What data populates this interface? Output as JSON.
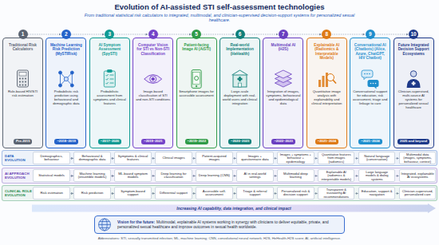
{
  "diagram": {
    "title": "Evolution of AI-assisted STI self-assessment technologies",
    "nodes": [
      {
        "text": [
          "1"
        ]
      },
      {
        "text": [
          "Traditional Risk Calculators",
          "Rule-based HIV/STI risk estimation"
        ]
      },
      {
        "text": [
          "Pre-2015"
        ],
        "in": 1
      },
      {
        "text": [
          "2"
        ]
      },
      {
        "text": [
          "Machine Learning Risk Prediction (MySTIRisk)",
          "Probabilistic risk prediction using behavioural and demographic data"
        ]
      },
      {
        "text": [
          "~2018–2019"
        ],
        "in": 4
      },
      {
        "text": [
          "3"
        ]
      },
      {
        "text": [
          "AI Symptom Assessment (SpySTI)",
          "Probabilistic assessment from symptoms and clinical features"
        ]
      },
      {
        "text": [
          "~2017–2020"
        ],
        "in": 7
      },
      {
        "text": [
          "4"
        ]
      },
      {
        "text": [
          "Computer Vision for STI vs Non-STI Classification",
          "Image-based classification of STI and non-STI conditions"
        ]
      },
      {
        "text": [
          "~2019–2021"
        ],
        "in": 10
      },
      {
        "text": [
          "5"
        ]
      },
      {
        "text": [
          "Patient-facing Image AI (AiSTI)",
          "Smartphone images for accessible assessment"
        ]
      },
      {
        "text": [
          "~2019–2022"
        ],
        "in": 13
      },
      {
        "text": [
          "6"
        ]
      },
      {
        "text": [
          "Real-world Implementation (HeHealth)",
          "Large-scale deployment with real-world users and clinical integration"
        ]
      },
      {
        "text": [
          "~2020–2023"
        ],
        "in": 16
      },
      {
        "text": [
          "7"
        ]
      },
      {
        "text": [
          "Multimodal AI (H2S)",
          "Integration of images, symptoms, behavioural and epidemiological data"
        ]
      },
      {
        "text": [
          "~2022–2023"
        ],
        "in": 19
      },
      {
        "text": [
          "8"
        ]
      },
      {
        "text": [
          "Explainable AI (Radiomics & Interpretable Models)",
          "Quantitative image analysis with explainability and clinical interpretation"
        ]
      },
      {
        "text": [
          "~2021–2024"
        ],
        "in": 22
      },
      {
        "text": [
          "9"
        ]
      },
      {
        "text": [
          "Conversational AI (Chatbots) (Alice, Azure, ChatGPT, HIV Chatbot)",
          "Conversational support for education, risk assessment, triage and linkage to care"
        ]
      },
      {
        "text": [
          "~2021–2024"
        ],
        "in": 25
      },
      {
        "text": [
          "10"
        ]
      },
      {
        "text": [
          "Future Integrated Decision Support Ecosystems",
          "Clinician-supervised, multi-source AI systems for personalized sexual healthcare"
        ]
      },
      {
        "text": [
          "2025 and beyond"
        ],
        "in": 28
      },
      {
        "text": [
          "DATA EVOLUTION"
        ]
      },
      {
        "text": [
          "Demographics, behaviour"
        ],
        "in": 30
      },
      {
        "text": [
          "Behavioural & demographic data"
        ],
        "in": 30
      },
      {
        "text": [
          "Symptoms & clinical features"
        ],
        "in": 30
      },
      {
        "text": [
          "Clinical images"
        ],
        "in": 30
      },
      {
        "text": [
          "Patient-acquired images"
        ],
        "in": 30
      },
      {
        "text": [
          "Images + questionnaire data"
        ],
        "in": 30
      },
      {
        "text": [
          "Images + symptoms + behaviour + epidemiology"
        ],
        "in": 30
      },
      {
        "text": [
          "Quantitative features from images (radiomics)"
        ],
        "in": 30
      },
      {
        "text": [
          "Natural language (conversation)"
        ],
        "in": 30
      },
      {
        "text": [
          "Multimodal data (images, symptoms, behaviour, context)"
        ],
        "in": 30
      },
      {
        "text": [
          "AI APPROACH EVOLUTION"
        ]
      },
      {
        "text": [
          "Statistical models"
        ],
        "in": 41
      },
      {
        "text": [
          "Machine learning (ensemble models)"
        ],
        "in": 41
      },
      {
        "text": [
          "ML-based symptom models"
        ],
        "in": 41
      },
      {
        "text": [
          "Deep learning for classification"
        ],
        "in": 41
      },
      {
        "text": [
          "Deep learning (CNN)"
        ],
        "in": 41
      },
      {
        "text": [
          "AI in real-world settings"
        ],
        "in": 41
      },
      {
        "text": [
          "Multimodal deep learning"
        ],
        "in": 41
      },
      {
        "text": [
          "Explainable AI (radiomics & interpretable models)"
        ],
        "in": 41
      },
      {
        "text": [
          "Large language models & dialog systems"
        ],
        "in": 41
      },
      {
        "text": [
          "Integrated, explainable AI ecosystems"
        ],
        "in": 41
      },
      {
        "text": [
          "CLINICAL ROLE EVOLUTION"
        ]
      },
      {
        "text": [
          "Risk estimation"
        ],
        "in": 52
      },
      {
        "text": [
          "Risk prediction"
        ],
        "in": 52
      },
      {
        "text": [
          "Symptom-based support"
        ],
        "in": 52
      },
      {
        "text": [
          "Differential support"
        ],
        "in": 52
      },
      {
        "text": [
          "Accessible self-assessment"
        ],
        "in": 52
      },
      {
        "text": [
          "Triage & referral support"
        ],
        "in": 52
      },
      {
        "text": [
          "Personalized risk & decision support"
        ],
        "in": 52
      },
      {
        "text": [
          "Transparent & trustworthy AI recommendations"
        ],
        "in": 52
      },
      {
        "text": [
          "Education, support & navigation"
        ],
        "in": 52
      },
      {
        "text": [
          "Clinician-supervised, personalized care"
        ],
        "in": 52
      },
      {
        "text": [
          "Increasing AI capability, data integration, and clinical impact"
        ]
      },
      {
        "text": [
          "Vision for the future:",
          "Multimodal, explainable AI systems working in synergy with clinicians to deliver equitable, private, and personalized sexual healthcare and improve outcomes in sexual health worldwide."
        ]
      }
    ],
    "edges": [
      {
        "from": 0,
        "to": 3,
        "arrow": "to"
      },
      {
        "from": 3,
        "to": 6,
        "arrow": "to"
      },
      {
        "from": 6,
        "to": 9,
        "arrow": "to"
      },
      {
        "from": 9,
        "to": 12,
        "arrow": "to"
      },
      {
        "from": 12,
        "to": 15,
        "arrow": "to"
      },
      {
        "from": 15,
        "to": 18,
        "arrow": "to"
      },
      {
        "from": 18,
        "to": 21,
        "arrow": "to"
      },
      {
        "from": 21,
        "to": 24,
        "arrow": "to"
      },
      {
        "from": 24,
        "to": 27,
        "arrow": "to"
      },
      {
        "from": 31,
        "to": 32,
        "arrow": "to"
      },
      {
        "from": 32,
        "to": 33,
        "arrow": "to"
      },
      {
        "from": 33,
        "to": 34,
        "arrow": "to"
      },
      {
        "from": 34,
        "to": 35,
        "arrow": "to"
      },
      {
        "from": 35,
        "to": 36,
        "arrow": "to"
      },
      {
        "from": 36,
        "to": 37,
        "arrow": "to"
      },
      {
        "from": 37,
        "to": 38,
        "arrow": "to"
      },
      {
        "from": 38,
        "to": 39,
        "arrow": "to"
      },
      {
        "from": 39,
        "to": 40,
        "arrow": "to"
      },
      {
        "from": 42,
        "to": 43,
        "arrow": "to"
      },
      {
        "from": 43,
        "to": 44,
        "arrow": "to"
      },
      {
        "from": 44,
        "to": 45,
        "arrow": "to"
      },
      {
        "from": 45,
        "to": 46,
        "arrow": "to"
      },
      {
        "from": 46,
        "to": 47,
        "arrow": "to"
      },
      {
        "from": 47,
        "to": 48,
        "arrow": "to"
      },
      {
        "from": 48,
        "to": 49,
        "arrow": "to"
      },
      {
        "from": 49,
        "to": 50,
        "arrow": "to"
      },
      {
        "from": 50,
        "to": 51,
        "arrow": "to"
      },
      {
        "from": 53,
        "to": 54,
        "arrow": "to"
      },
      {
        "from": 54,
        "to": 55,
        "arrow": "to"
      },
      {
        "from": 55,
        "to": 56,
        "arrow": "to"
      },
      {
        "from": 56,
        "to": 57,
        "arrow": "to"
      },
      {
        "from": 57,
        "to": 58,
        "arrow": "to"
      },
      {
        "from": 58,
        "to": 59,
        "arrow": "to"
      },
      {
        "from": 59,
        "to": 60,
        "arrow": "to"
      },
      {
        "from": 60,
        "to": 61,
        "arrow": "to"
      },
      {
        "from": 61,
        "to": 62,
        "arrow": "to"
      }
    ],
    "labels": [
      "From traditional statistical risk calculators to integrated, multimodal, and clinician-supervised decision-support systems for personalized sexual healthcare.",
      "Abbreviations: STI, sexually transmitted infection; ML, machine learning; CNN, convolutional neural network; H2S, HeHealth-H2S score; AI, artificial intelligence."
    ]
  }
}
